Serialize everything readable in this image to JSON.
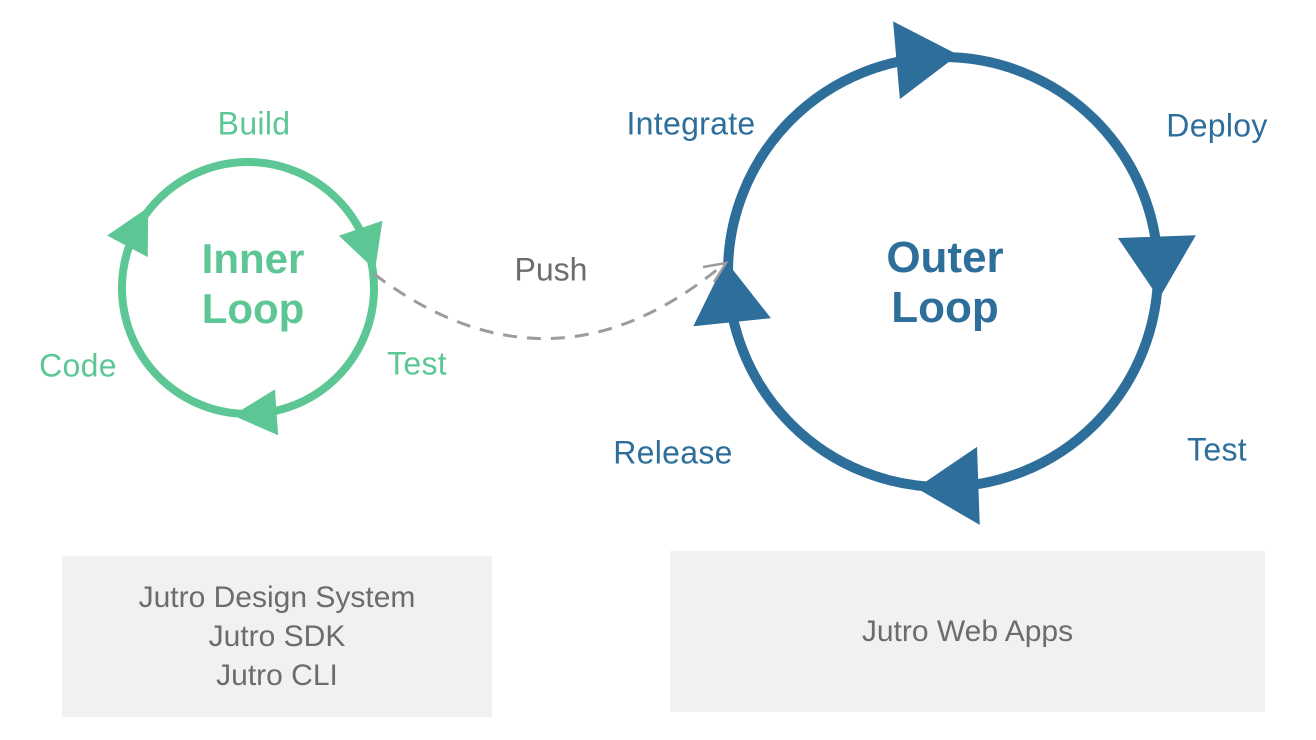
{
  "inner_loop": {
    "title_line1": "Inner",
    "title_line2": "Loop",
    "color": "#5CC794",
    "labels": {
      "build": "Build",
      "code": "Code",
      "test": "Test"
    }
  },
  "outer_loop": {
    "title_line1": "Outer",
    "title_line2": "Loop",
    "color": "#2D6E9B",
    "labels": {
      "integrate": "Integrate",
      "deploy": "Deploy",
      "test": "Test",
      "release": "Release"
    }
  },
  "push": {
    "label": "Push",
    "label_color": "#6C6C6C",
    "arrow_color": "#9C9C9C"
  },
  "boxes": {
    "inner_tools": {
      "lines": [
        "Jutro Design System",
        "Jutro SDK",
        "Jutro CLI"
      ],
      "bg": "#F1F1F1",
      "text_color": "#6C6C6C"
    },
    "outer_tools": {
      "lines": [
        "Jutro Web Apps"
      ],
      "bg": "#F1F1F1",
      "text_color": "#6C6C6C"
    }
  }
}
